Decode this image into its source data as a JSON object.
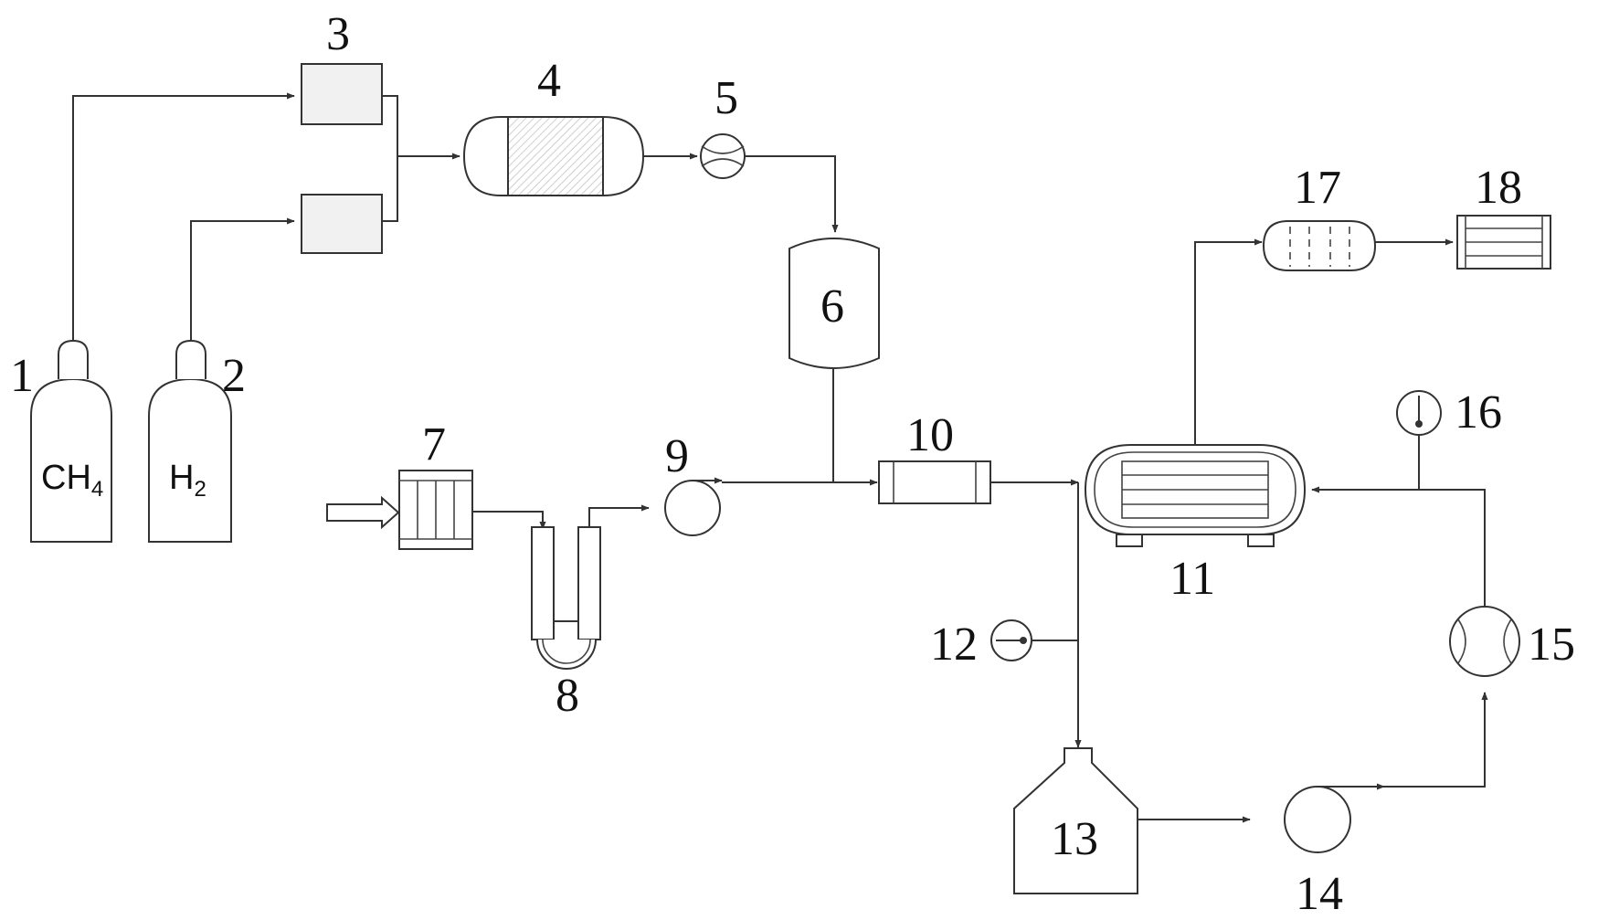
{
  "equipment_labels": {
    "n1": "1",
    "n2": "2",
    "n3": "3",
    "n4": "4",
    "n5": "5",
    "n6": "6",
    "n7": "7",
    "n8": "8",
    "n9": "9",
    "n10": "10",
    "n11": "11",
    "n12": "12",
    "n13": "13",
    "n14": "14",
    "n15": "15",
    "n16": "16",
    "n17": "17",
    "n18": "18"
  },
  "cylinders": {
    "ch4": {
      "base": "CH",
      "subscript": "4"
    },
    "h2": {
      "base": "H",
      "subscript": "2"
    }
  },
  "colors": {
    "line": "#333333",
    "fill_light": "#f1f1f1",
    "text": "#111111"
  }
}
